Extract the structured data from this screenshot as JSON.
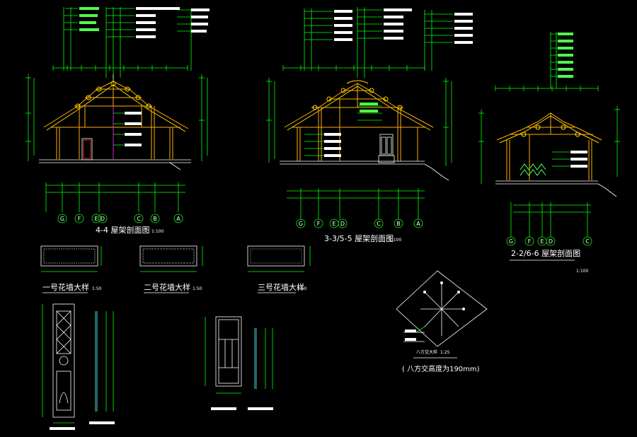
{
  "drawing": {
    "colors": {
      "background": "#000000",
      "dimension": "#00ff00",
      "line": "#ffffff",
      "timber": "#ffb000",
      "accent": "#ff33ff",
      "axis": "#00ff00"
    },
    "sections": [
      {
        "id": "s44",
        "title": "4-4 屋架剖面图",
        "scale": "1:100",
        "axes": [
          "G",
          "F",
          "E",
          "D",
          "C",
          "B",
          "A"
        ]
      },
      {
        "id": "s33",
        "title": "3-3/5-5 屋架剖面图",
        "scale": "1:100",
        "axes": [
          "G",
          "F",
          "E",
          "D",
          "C",
          "B",
          "A"
        ]
      },
      {
        "id": "s22",
        "title": "2-2/6-6 屋架剖面图",
        "scale": "1:100",
        "axes": [
          "G",
          "F",
          "E",
          "D",
          "C"
        ]
      }
    ],
    "details": [
      {
        "id": "d1",
        "title": "一号花墙大样",
        "scale": "1:50"
      },
      {
        "id": "d2",
        "title": "二号花墙大样",
        "scale": "1:50"
      },
      {
        "id": "d3",
        "title": "三号花墙大样",
        "scale": "1:50"
      },
      {
        "id": "d4",
        "title": "八方交大样",
        "scale": "1:25",
        "note": "( 八方交高度为190mm)"
      }
    ]
  }
}
